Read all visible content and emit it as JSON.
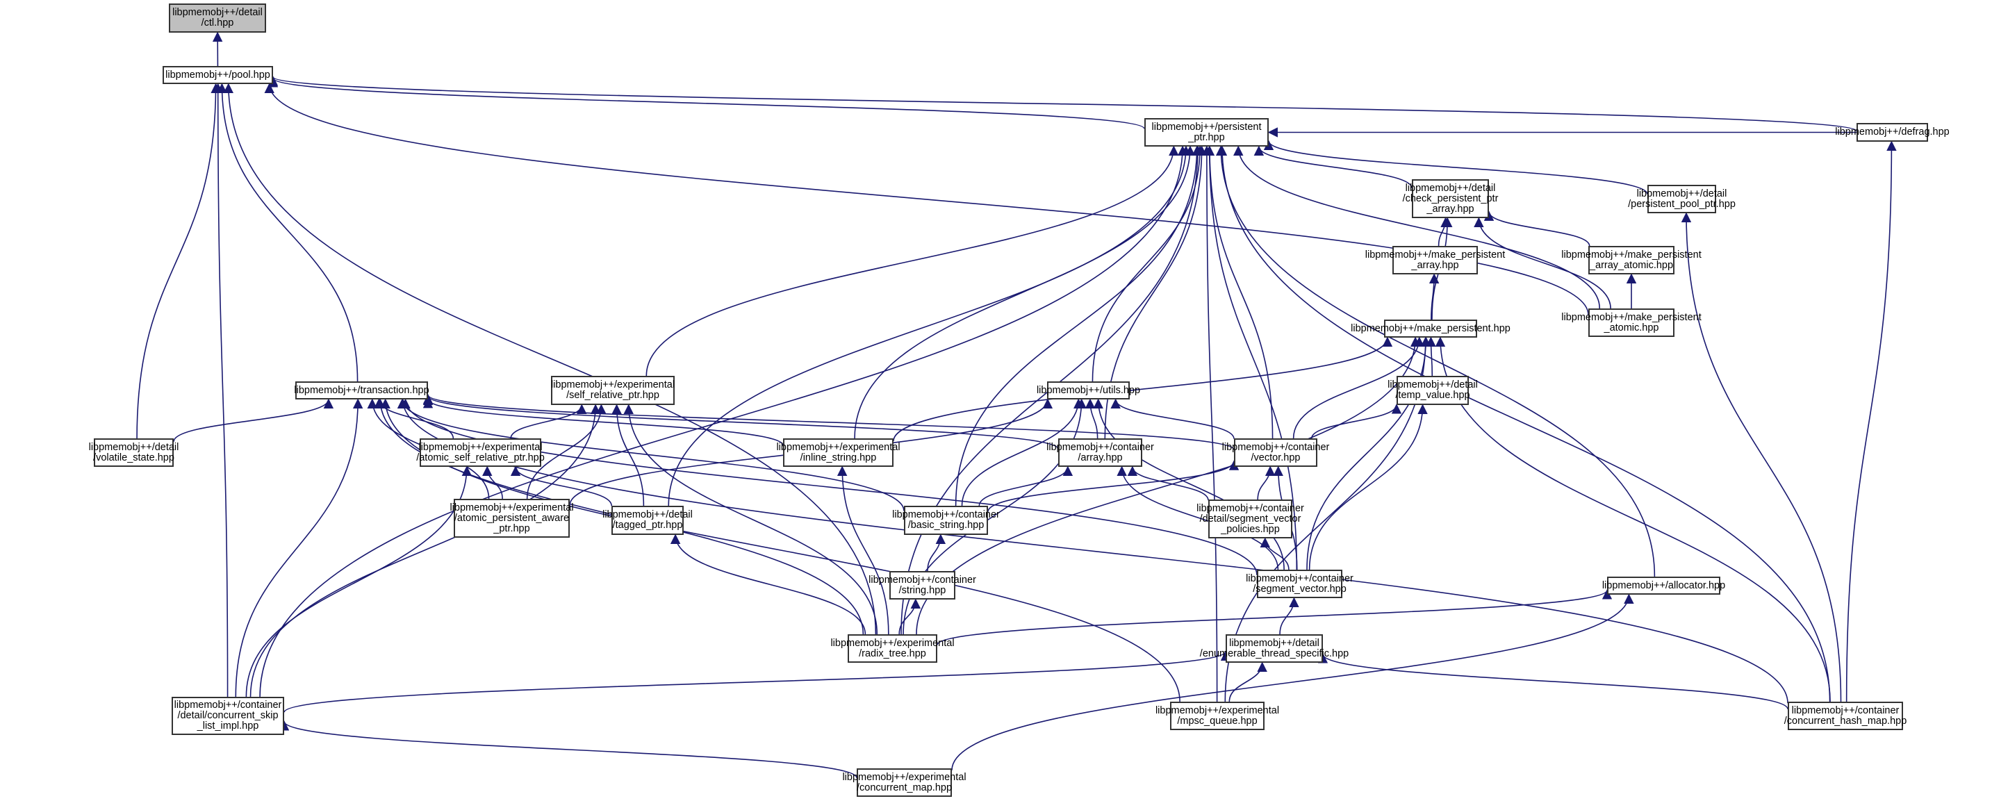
{
  "title": "Include dependency graph for libpmemobj++/detail/ctl.hpp",
  "colors": {
    "edge": "#191970",
    "root_fill": "#bfbfbf",
    "node_fill": "#ffffff",
    "border": "#333333"
  },
  "nodes": {
    "ctl": "libpmemobj++/detail\n/ctl.hpp",
    "pool": "libpmemobj++/pool.hpp",
    "persistent_ptr": "libpmemobj++/persistent\n_ptr.hpp",
    "defrag": "libpmemobj++/defrag.hpp",
    "check_persistent_ptr_array": "libpmemobj++/detail\n/check_persistent_ptr\n_array.hpp",
    "persistent_pool_ptr": "libpmemobj++/detail\n/persistent_pool_ptr.hpp",
    "make_persistent_array": "libpmemobj++/make_persistent\n_array.hpp",
    "make_persistent_array_atomic": "libpmemobj++/make_persistent\n_array_atomic.hpp",
    "make_persistent": "libpmemobj++/make_persistent.hpp",
    "make_persistent_atomic": "libpmemobj++/make_persistent\n_atomic.hpp",
    "transaction": "libpmemobj++/transaction.hpp",
    "self_relative_ptr": "libpmemobj++/experimental\n/self_relative_ptr.hpp",
    "utils": "libpmemobj++/utils.hpp",
    "temp_value": "libpmemobj++/detail\n/temp_value.hpp",
    "volatile_state": "libpmemobj++/detail\n/volatile_state.hpp",
    "atomic_self_relative_ptr": "libpmemobj++/experimental\n/atomic_self_relative_ptr.hpp",
    "inline_string": "libpmemobj++/experimental\n/inline_string.hpp",
    "array": "libpmemobj++/container\n/array.hpp",
    "vector": "libpmemobj++/container\n/vector.hpp",
    "atomic_persistent_aware_ptr": "libpmemobj++/experimental\n/atomic_persistent_aware\n_ptr.hpp",
    "tagged_ptr": "libpmemobj++/detail\n/tagged_ptr.hpp",
    "basic_string": "libpmemobj++/container\n/basic_string.hpp",
    "segment_vector_policies": "libpmemobj++/container\n/detail/segment_vector\n_policies.hpp",
    "string": "libpmemobj++/container\n/string.hpp",
    "segment_vector": "libpmemobj++/container\n/segment_vector.hpp",
    "allocator": "libpmemobj++/allocator.hpp",
    "radix_tree": "libpmemobj++/experimental\n/radix_tree.hpp",
    "enumerable_thread_specific": "libpmemobj++/detail\n/enumerable_thread_specific.hpp",
    "concurrent_skip_list_impl": "libpmemobj++/container\n/detail/concurrent_skip\n_list_impl.hpp",
    "mpsc_queue": "libpmemobj++/experimental\n/mpsc_queue.hpp",
    "concurrent_hash_map": "libpmemobj++/container\n/concurrent_hash_map.hpp",
    "concurrent_map": "libpmemobj++/experimental\n/concurrent_map.hpp"
  },
  "edges": [
    [
      "pool",
      "ctl"
    ],
    [
      "persistent_ptr",
      "pool"
    ],
    [
      "defrag",
      "pool"
    ],
    [
      "transaction",
      "pool"
    ],
    [
      "volatile_state",
      "pool"
    ],
    [
      "radix_tree",
      "pool"
    ],
    [
      "concurrent_skip_list_impl",
      "pool"
    ],
    [
      "make_persistent_atomic",
      "pool"
    ],
    [
      "defrag",
      "persistent_ptr"
    ],
    [
      "check_persistent_ptr_array",
      "persistent_ptr"
    ],
    [
      "persistent_pool_ptr",
      "persistent_ptr"
    ],
    [
      "make_persistent_atomic",
      "persistent_ptr"
    ],
    [
      "self_relative_ptr",
      "persistent_ptr"
    ],
    [
      "utils",
      "persistent_ptr"
    ],
    [
      "inline_string",
      "persistent_ptr"
    ],
    [
      "array",
      "persistent_ptr"
    ],
    [
      "vector",
      "persistent_ptr"
    ],
    [
      "tagged_ptr",
      "persistent_ptr"
    ],
    [
      "basic_string",
      "persistent_ptr"
    ],
    [
      "segment_vector",
      "persistent_ptr"
    ],
    [
      "allocator",
      "persistent_ptr"
    ],
    [
      "radix_tree",
      "persistent_ptr"
    ],
    [
      "concurrent_skip_list_impl",
      "persistent_ptr"
    ],
    [
      "mpsc_queue",
      "persistent_ptr"
    ],
    [
      "concurrent_hash_map",
      "persistent_ptr"
    ],
    [
      "make_persistent_array",
      "check_persistent_ptr_array"
    ],
    [
      "make_persistent_array_atomic",
      "check_persistent_ptr_array"
    ],
    [
      "make_persistent",
      "check_persistent_ptr_array"
    ],
    [
      "make_persistent_atomic",
      "check_persistent_ptr_array"
    ],
    [
      "make_persistent",
      "make_persistent_array"
    ],
    [
      "make_persistent_atomic",
      "make_persistent_array_atomic"
    ],
    [
      "concurrent_hash_map",
      "persistent_pool_ptr"
    ],
    [
      "concurrent_hash_map",
      "defrag"
    ],
    [
      "temp_value",
      "make_persistent"
    ],
    [
      "vector",
      "make_persistent"
    ],
    [
      "segment_vector",
      "make_persistent"
    ],
    [
      "radix_tree",
      "make_persistent"
    ],
    [
      "inline_string",
      "make_persistent"
    ],
    [
      "mpsc_queue",
      "make_persistent"
    ],
    [
      "concurrent_hash_map",
      "make_persistent"
    ],
    [
      "volatile_state",
      "transaction"
    ],
    [
      "atomic_self_relative_ptr",
      "transaction"
    ],
    [
      "atomic_persistent_aware_ptr",
      "transaction"
    ],
    [
      "inline_string",
      "transaction"
    ],
    [
      "array",
      "transaction"
    ],
    [
      "vector",
      "transaction"
    ],
    [
      "basic_string",
      "transaction"
    ],
    [
      "segment_vector",
      "transaction"
    ],
    [
      "radix_tree",
      "transaction"
    ],
    [
      "concurrent_skip_list_impl",
      "transaction"
    ],
    [
      "mpsc_queue",
      "transaction"
    ],
    [
      "concurrent_hash_map",
      "transaction"
    ],
    [
      "atomic_self_relative_ptr",
      "self_relative_ptr"
    ],
    [
      "atomic_persistent_aware_ptr",
      "self_relative_ptr"
    ],
    [
      "tagged_ptr",
      "self_relative_ptr"
    ],
    [
      "radix_tree",
      "self_relative_ptr"
    ],
    [
      "concurrent_skip_list_impl",
      "self_relative_ptr"
    ],
    [
      "array",
      "utils"
    ],
    [
      "vector",
      "utils"
    ],
    [
      "basic_string",
      "utils"
    ],
    [
      "segment_vector",
      "utils"
    ],
    [
      "radix_tree",
      "utils"
    ],
    [
      "atomic_persistent_aware_ptr",
      "utils"
    ],
    [
      "vector",
      "temp_value"
    ],
    [
      "segment_vector",
      "temp_value"
    ],
    [
      "atomic_persistent_aware_ptr",
      "atomic_self_relative_ptr"
    ],
    [
      "tagged_ptr",
      "atomic_self_relative_ptr"
    ],
    [
      "concurrent_skip_list_impl",
      "atomic_self_relative_ptr"
    ],
    [
      "radix_tree",
      "inline_string"
    ],
    [
      "basic_string",
      "array"
    ],
    [
      "segment_vector_policies",
      "array"
    ],
    [
      "segment_vector",
      "array"
    ],
    [
      "basic_string",
      "vector"
    ],
    [
      "segment_vector_policies",
      "vector"
    ],
    [
      "segment_vector",
      "vector"
    ],
    [
      "radix_tree",
      "tagged_ptr"
    ],
    [
      "string",
      "basic_string"
    ],
    [
      "radix_tree",
      "string"
    ],
    [
      "segment_vector",
      "segment_vector_policies"
    ],
    [
      "enumerable_thread_specific",
      "segment_vector"
    ],
    [
      "radix_tree",
      "allocator"
    ],
    [
      "concurrent_map",
      "allocator"
    ],
    [
      "concurrent_skip_list_impl",
      "enumerable_thread_specific"
    ],
    [
      "mpsc_queue",
      "enumerable_thread_specific"
    ],
    [
      "concurrent_hash_map",
      "enumerable_thread_specific"
    ],
    [
      "concurrent_map",
      "concurrent_skip_list_impl"
    ]
  ]
}
